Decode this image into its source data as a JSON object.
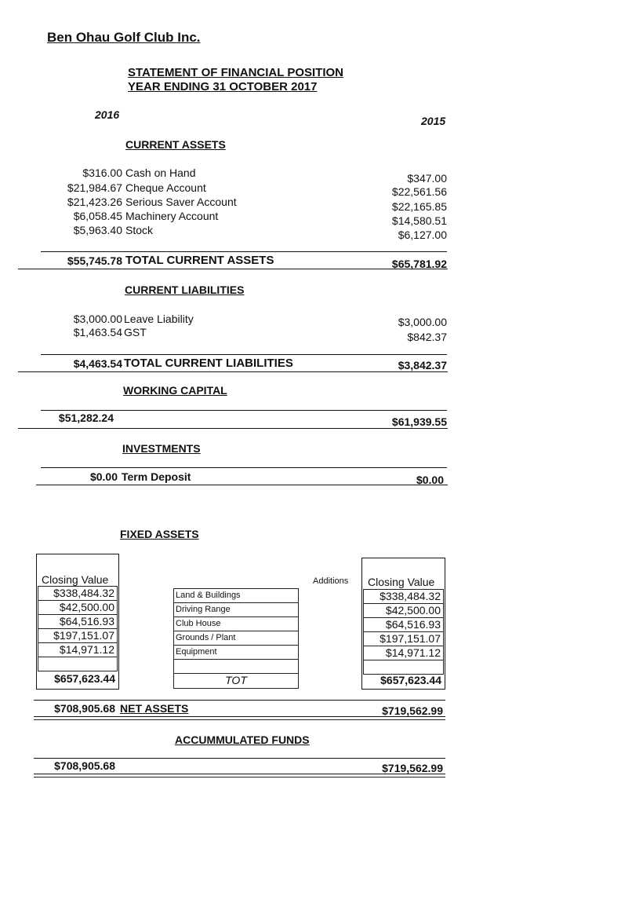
{
  "club_name": "Ben Ohau Golf Club Inc.",
  "statement_title": "STATEMENT OF FINANCIAL POSITION",
  "statement_period": "YEAR ENDING 31 OCTOBER 2017",
  "year_current": "2016",
  "year_prior": "2015",
  "current_assets": {
    "heading": "CURRENT ASSETS",
    "rows": [
      {
        "current": "$316.00",
        "label": "Cash on Hand",
        "prior": "$347.00"
      },
      {
        "current": "$21,984.67",
        "label": "Cheque Account",
        "prior": "$22,561.56"
      },
      {
        "current": "$21,423.26",
        "label": "Serious Saver Account",
        "prior": "$22,165.85"
      },
      {
        "current": "$6,058.45",
        "label": "Machinery Account",
        "prior": "$14,580.51"
      },
      {
        "current": "$5,963.40",
        "label": "Stock",
        "prior": "$6,127.00"
      }
    ],
    "total": {
      "current": "$55,745.78",
      "label": "TOTAL CURRENT ASSETS",
      "prior": "$65,781.92"
    }
  },
  "current_liabilities": {
    "heading": "CURRENT LIABILITIES",
    "rows": [
      {
        "current": "$3,000.00",
        "label": "Leave Liability",
        "prior": "$3,000.00"
      },
      {
        "current": "$1,463.54",
        "label": "GST",
        "prior": "$842.37"
      }
    ],
    "total": {
      "current": "$4,463.54",
      "label": "TOTAL CURRENT LIABILITIES",
      "prior": "$3,842.37"
    }
  },
  "working_capital": {
    "heading": "WORKING CAPITAL",
    "current": "$51,282.24",
    "prior": "$61,939.55"
  },
  "investments": {
    "heading": "INVESTMENTS",
    "current": "$0.00",
    "label": "Term Deposit",
    "prior": "$0.00"
  },
  "fixed_assets": {
    "heading": "FIXED ASSETS",
    "closing_value_label": "Closing Value",
    "additions_label": "Additions",
    "total_label": "TOT",
    "left_values": [
      "$338,484.32",
      "$42,500.00",
      "$64,516.93",
      "$197,151.07",
      "$14,971.12"
    ],
    "labels": [
      "Land & Buildings",
      "Driving Range",
      "Club House",
      "Grounds / Plant",
      "Equipment"
    ],
    "right_values": [
      "$338,484.32",
      "$42,500.00",
      "$64,516.93",
      "$197,151.07",
      "$14,971.12"
    ],
    "left_total": "$657,623.44",
    "right_total": "$657,623.44"
  },
  "net_assets": {
    "current": "$708,905.68",
    "label": "NET ASSETS",
    "prior": "$719,562.99"
  },
  "accumulated_funds": {
    "heading": "ACCUMMULATED FUNDS",
    "current": "$708,905.68",
    "prior": "$719,562.99"
  }
}
